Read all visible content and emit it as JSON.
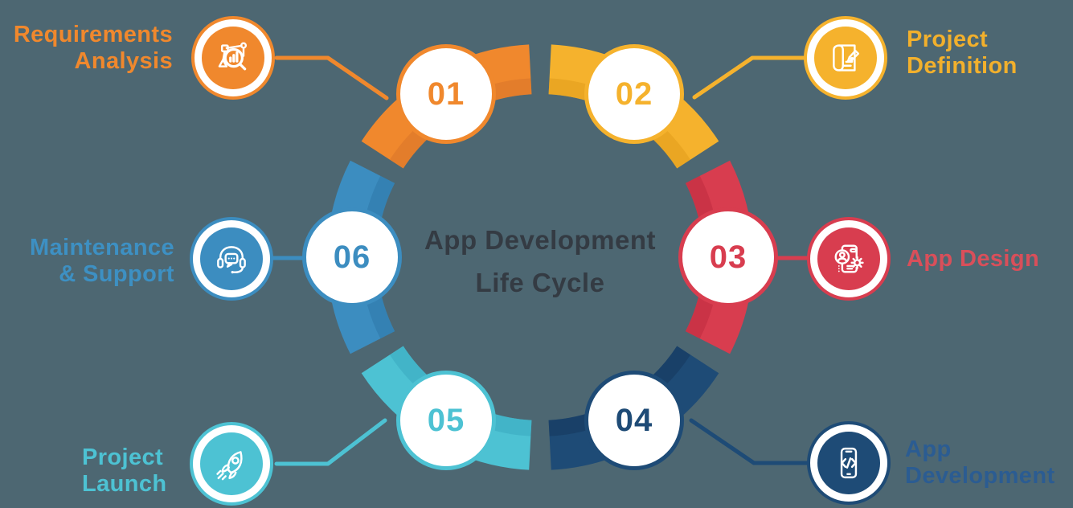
{
  "background_color": "#4D6772",
  "title": {
    "line1": "App Development",
    "line2": "Life Cycle",
    "color": "#343B43"
  },
  "stages": [
    {
      "number": "01",
      "label_line1": "Requirements",
      "label_line2": "Analysis",
      "color": "#F0882D",
      "dark_color": "#D9742A",
      "label_color": "#F0882D",
      "icon": "analysis-magnifier-icon"
    },
    {
      "number": "02",
      "label_line1": "Project",
      "label_line2": "Definition",
      "color": "#F5B22D",
      "dark_color": "#E09C1C",
      "label_color": "#F2B02C",
      "icon": "blueprint-pencil-icon"
    },
    {
      "number": "03",
      "label_line1": "App Design",
      "label_line2": "",
      "color": "#D83D4F",
      "dark_color": "#C02C40",
      "label_color": "#D94F5A",
      "icon": "phone-user-gear-icon"
    },
    {
      "number": "04",
      "label_line1": "App",
      "label_line2": "Development",
      "color": "#1E4B76",
      "dark_color": "#16395C",
      "label_color": "#2B5C92",
      "icon": "phone-code-icon"
    },
    {
      "number": "05",
      "label_line1": "Project",
      "label_line2": "Launch",
      "color": "#4DC2D3",
      "dark_color": "#3AA9BF",
      "label_color": "#4DC2D3",
      "icon": "rocket-icon"
    },
    {
      "number": "06",
      "label_line1": "Maintenance",
      "label_line2": "& Support",
      "color": "#3C8DC0",
      "dark_color": "#2D79A7",
      "label_color": "#3D90C3",
      "icon": "headset-chat-icon"
    }
  ]
}
